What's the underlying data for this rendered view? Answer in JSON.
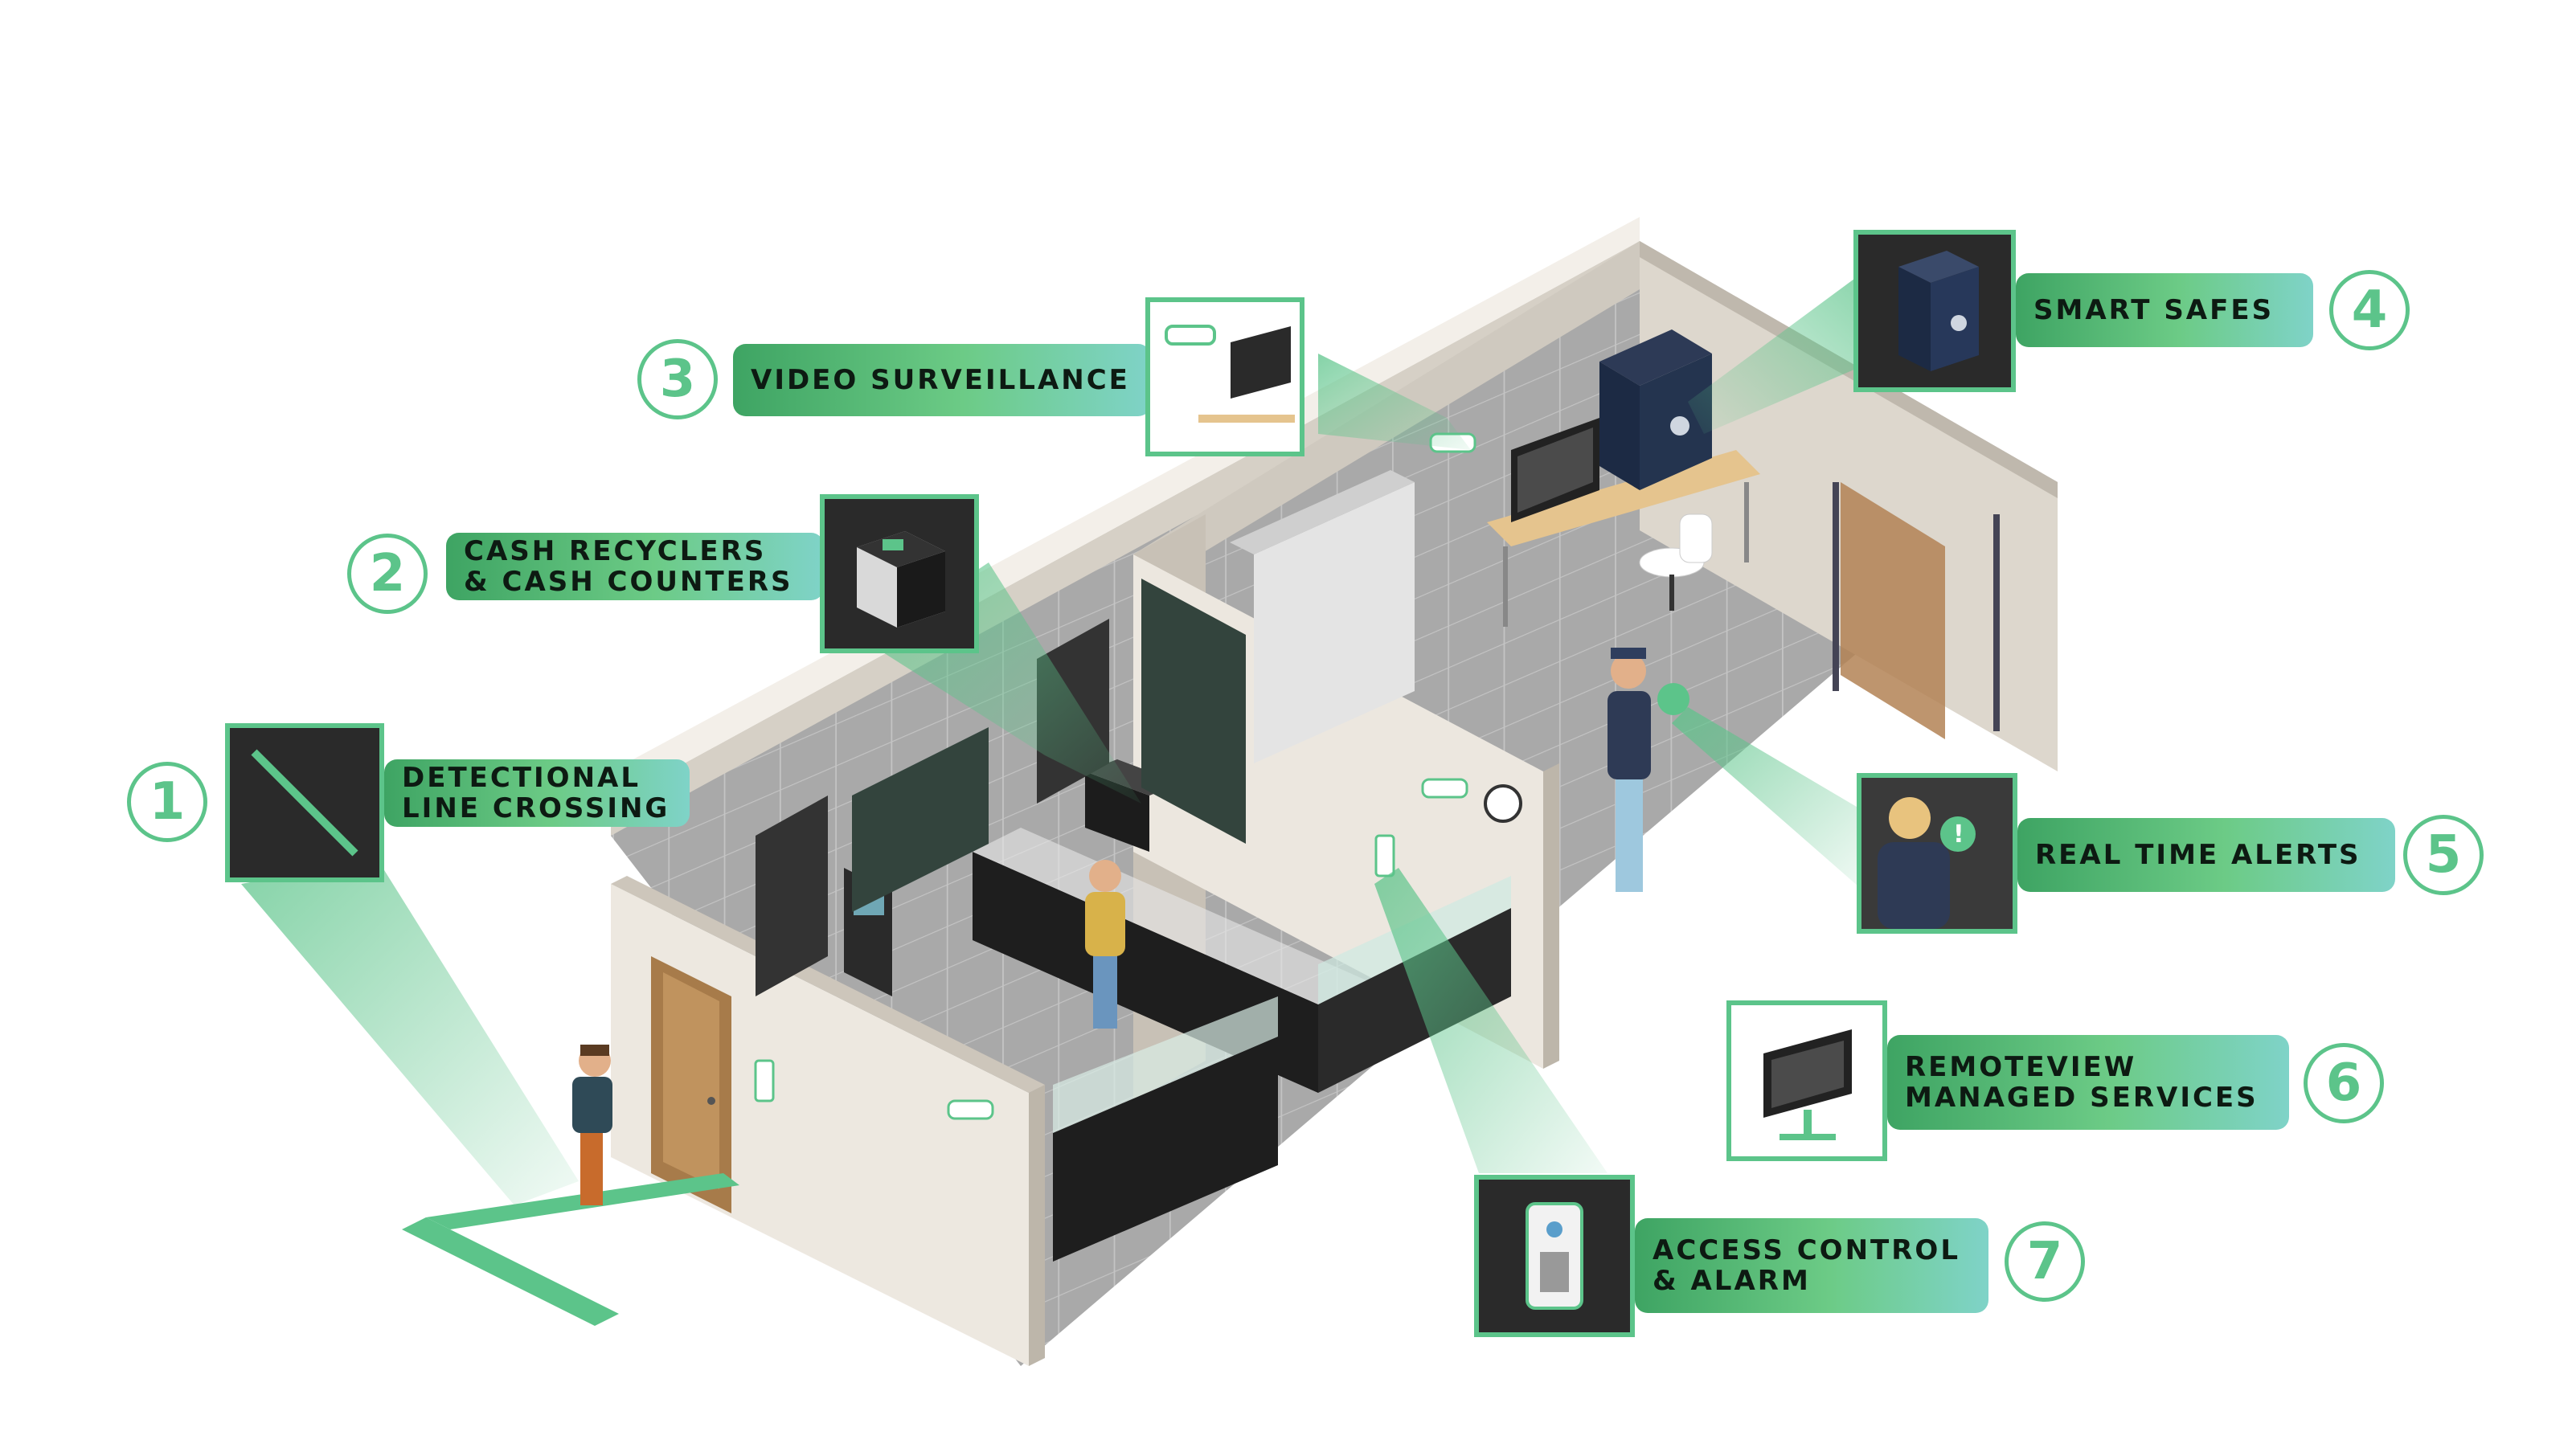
{
  "features": [
    {
      "number": "1",
      "line1": "DETECTIONAL",
      "line2": "LINE CROSSING",
      "icon": "line-crossing-icon"
    },
    {
      "number": "2",
      "line1": "CASH RECYCLERS",
      "line2": "& CASH COUNTERS",
      "icon": "cash-recycler-icon"
    },
    {
      "number": "3",
      "line1": "VIDEO SURVEILLANCE",
      "line2": "",
      "icon": "camera-monitor-icon"
    },
    {
      "number": "4",
      "line1": "SMART SAFES",
      "line2": "",
      "icon": "safe-icon"
    },
    {
      "number": "5",
      "line1": "REAL TIME ALERTS",
      "line2": "",
      "icon": "alert-person-icon"
    },
    {
      "number": "6",
      "line1": "REMOTEVIEW",
      "line2": "MANAGED SERVICES",
      "icon": "monitor-icon"
    },
    {
      "number": "7",
      "line1": "ACCESS CONTROL",
      "line2": "& ALARM",
      "icon": "keypad-icon"
    }
  ],
  "colors": {
    "accent": "#5cc48a",
    "accent_dark": "#3ea463",
    "teal": "#7fd3c8",
    "icon_bg": "#2a2a2a",
    "wall": "#e9e4dc",
    "floor": "#a8a8a8"
  }
}
